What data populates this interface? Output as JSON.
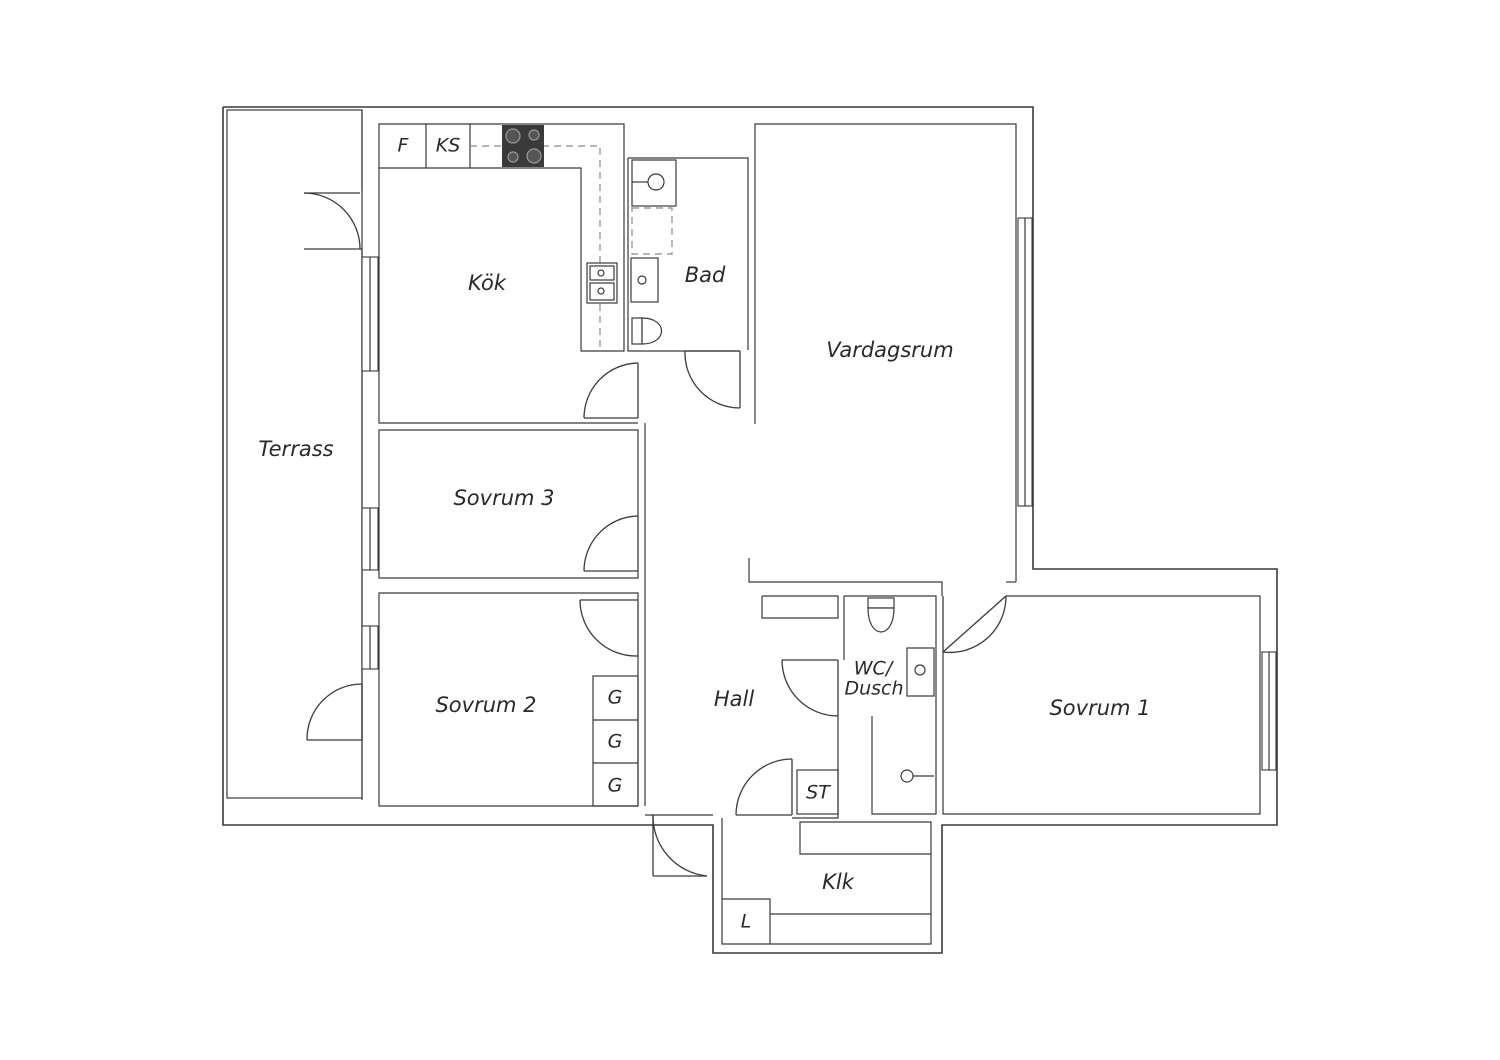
{
  "floorplan": {
    "rooms": {
      "terrace": "Terrass",
      "kitchen": "Kök",
      "bathroom": "Bad",
      "living_room": "Vardagsrum",
      "bedroom_3": "Sovrum 3",
      "bedroom_2": "Sovrum 2",
      "hall": "Hall",
      "wc_line1": "WC/",
      "wc_line2": "Dusch",
      "bedroom_1": "Sovrum 1",
      "closet": "Klk"
    },
    "fixtures": {
      "fridge": "F",
      "fridge_freezer": "KS",
      "wardrobe": "G",
      "storage": "ST",
      "linen": "L"
    }
  }
}
